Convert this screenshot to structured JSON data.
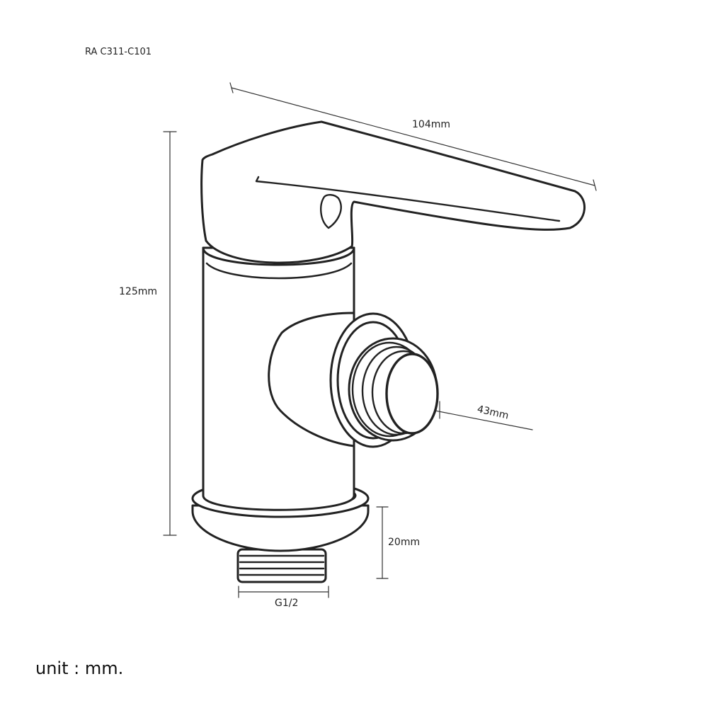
{
  "model_code": "RA C311-C101",
  "dimensions": {
    "length": "104mm",
    "height": "125mm",
    "outlet": "43mm",
    "base": "20mm",
    "thread": "G1/2"
  },
  "unit_note": "unit : mm."
}
